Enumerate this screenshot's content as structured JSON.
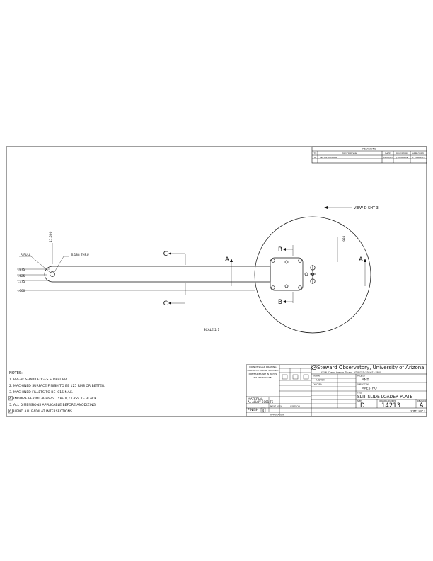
{
  "revisions": {
    "title": "REVISIONS",
    "headers": [
      "LTR",
      "DESCRIPTION",
      "DATE",
      "REVISED BY",
      "APPROVED"
    ],
    "row": [
      "A",
      "INITIAL RELEASE",
      "09/08/03",
      "J. MORGAN",
      "B. LAMBERT"
    ]
  },
  "drawing": {
    "view_d_label": "VIEW D SHT 3",
    "section_c": "C",
    "section_a": "A",
    "section_b": "B",
    "dim_full": "R FULL",
    "dim_thru": "Ø.188 THRU",
    "dim_vert": "11.500",
    "dim_right_vert": ".938",
    "dims_left": [
      ".875",
      ".625",
      ".375",
      ".000"
    ],
    "scale": "SCALE 2:1"
  },
  "notes": {
    "title": "NOTES:",
    "items": [
      "1. BREAK SHARP EDGES & DEBURR.",
      "2. MACHINED SURFACE FINISH TO BE 125 RMS OR BETTER.",
      "3. MACHINED FILLETS TO BE .015 MAX.",
      "4  ANODIZE PER MIL-A-8625, TYPE II, CLASS 2 - BLACK.",
      "5. ALL DIMENSIONS APPLICABLE BEFORE ANODIZING.",
      "6  BLEND ALL RADII AT INTERSECTIONS."
    ]
  },
  "title_block": {
    "tol_header": "DO NOT SCALE DRAWING",
    "tol_lines": [
      "UNLESS OTHERWISE SPECIFIED",
      "DIMENSIONS ARE IN INCHES",
      "TOLERANCES ARE:"
    ],
    "material_label": "MATERIAL",
    "material_value": "AL ALLOY 6061-T6",
    "finish_label": "FINISH",
    "finish_value": "4",
    "next_assy": "NEXT ASSY",
    "used_on": "USED ON",
    "application": "APPLICATION",
    "org_name": "Steward Observatory, University of Arizona",
    "org_address": "933 N. Cherry Avenue, Tucson, AZ  85721  (520)621-7800",
    "drawn_label": "DRAWN",
    "drawn_name": "A. DUSH",
    "checked_label": "CHECKED",
    "project_label": "PROJECT",
    "project_value": "MMT",
    "subsystem_label": "SUBSYSTEM",
    "subsystem_value": "MAESTRO",
    "title_label": "TITLE",
    "title_value": "SLIT SLIDE LOADER PLATE",
    "size_label": "SIZE",
    "size_value": "D",
    "drawing_no_label": "DRAWING NUMBER",
    "drawing_no_value": "14213",
    "revision_label": "REVISION",
    "revision_value": "A",
    "sheet_value": "SHEET 1 OF 3"
  }
}
